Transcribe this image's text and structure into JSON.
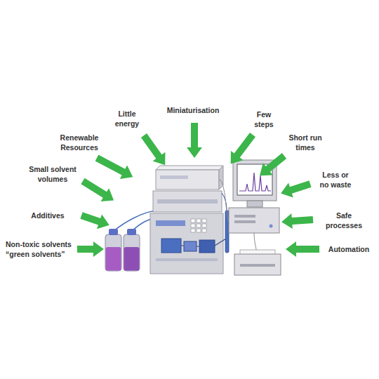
{
  "diagram": {
    "labels": [
      "Little energy",
      "Miniaturisation",
      "Few steps",
      "Renewable Resources",
      "Short run times",
      "Small solvent volumes",
      "Less or no waste",
      "Additives",
      "Safe processes",
      "Non-toxic solvents “green solvents”",
      "Automation"
    ]
  }
}
